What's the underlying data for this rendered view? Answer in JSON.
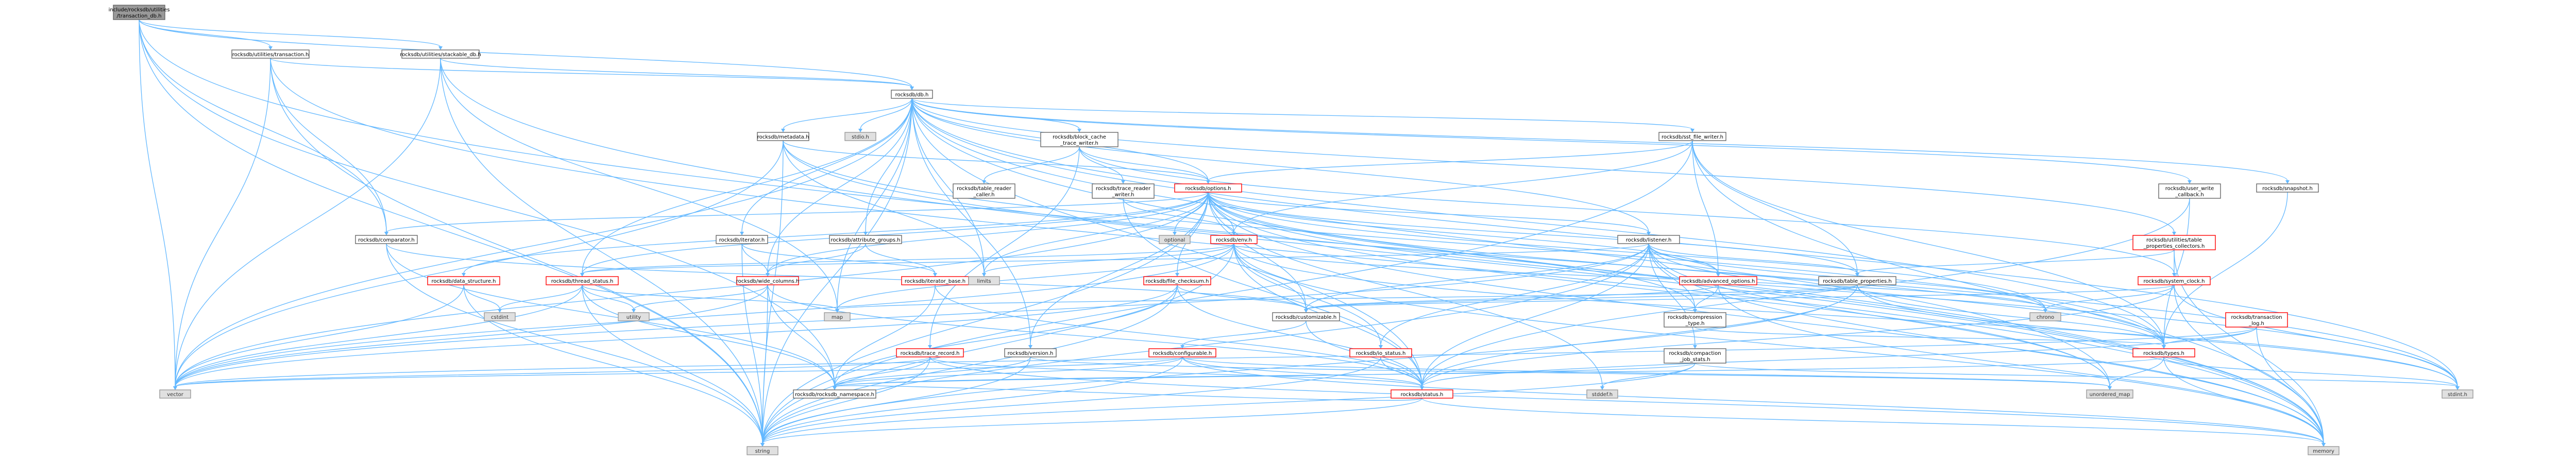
{
  "colors": {
    "root_fill": "#999999",
    "local_fill": "#ffffff",
    "local_border": "#666666",
    "local_text": "#000000",
    "red_border": "#ff0000",
    "red_text": "#ff0000",
    "sys_fill": "#e0e0e0",
    "sys_border": "#999999",
    "sys_text": "#333333",
    "edge": "#63b8ff"
  },
  "nodes": [
    {
      "id": "root",
      "kind": "root",
      "lines": [
        "include/rocksdb/utilities",
        "/transaction_db.h"
      ]
    },
    {
      "id": "transaction",
      "kind": "local",
      "lines": [
        "rocksdb/utilities/transaction.h"
      ]
    },
    {
      "id": "stackable_db",
      "kind": "local",
      "lines": [
        "rocksdb/utilities/stackable_db.h"
      ]
    },
    {
      "id": "db",
      "kind": "local",
      "lines": [
        "rocksdb/db.h"
      ]
    },
    {
      "id": "stdio",
      "kind": "sys",
      "lines": [
        "stdio.h"
      ]
    },
    {
      "id": "metadata",
      "kind": "local",
      "lines": [
        "rocksdb/metadata.h"
      ]
    },
    {
      "id": "block_cache_trace_writer",
      "kind": "local",
      "lines": [
        "rocksdb/block_cache",
        "_trace_writer.h"
      ]
    },
    {
      "id": "sst_file_writer",
      "kind": "local",
      "lines": [
        "rocksdb/sst_file_writer.h"
      ]
    },
    {
      "id": "table_reader_caller",
      "kind": "local",
      "lines": [
        "rocksdb/table_reader",
        "_caller.h"
      ]
    },
    {
      "id": "trace_reader_writer",
      "kind": "local",
      "lines": [
        "rocksdb/trace_reader",
        "_writer.h"
      ]
    },
    {
      "id": "options",
      "kind": "red",
      "lines": [
        "rocksdb/options.h"
      ]
    },
    {
      "id": "user_write_callback",
      "kind": "local",
      "lines": [
        "rocksdb/user_write",
        "_callback.h"
      ]
    },
    {
      "id": "snapshot",
      "kind": "local",
      "lines": [
        "rocksdb/snapshot.h"
      ]
    },
    {
      "id": "comparator",
      "kind": "local",
      "lines": [
        "rocksdb/comparator.h"
      ]
    },
    {
      "id": "iterator",
      "kind": "local",
      "lines": [
        "rocksdb/iterator.h"
      ]
    },
    {
      "id": "attribute_groups",
      "kind": "local",
      "lines": [
        "rocksdb/attribute_groups.h"
      ]
    },
    {
      "id": "optional",
      "kind": "sys",
      "lines": [
        "optional"
      ]
    },
    {
      "id": "env",
      "kind": "red",
      "lines": [
        "rocksdb/env.h"
      ]
    },
    {
      "id": "listener",
      "kind": "local",
      "lines": [
        "rocksdb/listener.h"
      ]
    },
    {
      "id": "table_properties_collectors",
      "kind": "red",
      "lines": [
        "rocksdb/utilities/table",
        "_properties_collectors.h"
      ]
    },
    {
      "id": "data_structure",
      "kind": "red",
      "lines": [
        "rocksdb/data_structure.h"
      ]
    },
    {
      "id": "thread_status",
      "kind": "red",
      "lines": [
        "rocksdb/thread_status.h"
      ]
    },
    {
      "id": "wide_columns",
      "kind": "red",
      "lines": [
        "rocksdb/wide_columns.h"
      ]
    },
    {
      "id": "iterator_base",
      "kind": "red",
      "lines": [
        "rocksdb/iterator_base.h"
      ]
    },
    {
      "id": "limits",
      "kind": "sys",
      "lines": [
        "limits"
      ]
    },
    {
      "id": "file_checksum",
      "kind": "red",
      "lines": [
        "rocksdb/file_checksum.h"
      ]
    },
    {
      "id": "advanced_options",
      "kind": "red",
      "lines": [
        "rocksdb/advanced_options.h"
      ]
    },
    {
      "id": "table_properties",
      "kind": "local",
      "lines": [
        "rocksdb/table_properties.h"
      ]
    },
    {
      "id": "system_clock",
      "kind": "red",
      "lines": [
        "rocksdb/system_clock.h"
      ]
    },
    {
      "id": "cstdint",
      "kind": "sys",
      "lines": [
        "cstdint"
      ]
    },
    {
      "id": "utility",
      "kind": "sys",
      "lines": [
        "utility"
      ]
    },
    {
      "id": "map",
      "kind": "sys",
      "lines": [
        "map"
      ]
    },
    {
      "id": "customizable",
      "kind": "local",
      "lines": [
        "rocksdb/customizable.h"
      ]
    },
    {
      "id": "compression_type",
      "kind": "local",
      "lines": [
        "rocksdb/compression",
        "_type.h"
      ]
    },
    {
      "id": "chrono",
      "kind": "sys",
      "lines": [
        "chrono"
      ]
    },
    {
      "id": "transaction_log",
      "kind": "red",
      "lines": [
        "rocksdb/transaction",
        "_log.h"
      ]
    },
    {
      "id": "trace_record",
      "kind": "red",
      "lines": [
        "rocksdb/trace_record.h"
      ]
    },
    {
      "id": "version",
      "kind": "local",
      "lines": [
        "rocksdb/version.h"
      ]
    },
    {
      "id": "configurable",
      "kind": "red",
      "lines": [
        "rocksdb/configurable.h"
      ]
    },
    {
      "id": "io_status",
      "kind": "red",
      "lines": [
        "rocksdb/io_status.h"
      ]
    },
    {
      "id": "compaction_job_stats",
      "kind": "local",
      "lines": [
        "rocksdb/compaction",
        "_job_stats.h"
      ]
    },
    {
      "id": "types",
      "kind": "red",
      "lines": [
        "rocksdb/types.h"
      ]
    },
    {
      "id": "vector",
      "kind": "sys",
      "lines": [
        "vector"
      ]
    },
    {
      "id": "rocksdb_namespace",
      "kind": "local",
      "lines": [
        "rocksdb/rocksdb_namespace.h"
      ]
    },
    {
      "id": "status",
      "kind": "red",
      "lines": [
        "rocksdb/status.h"
      ]
    },
    {
      "id": "stddef",
      "kind": "sys",
      "lines": [
        "stddef.h"
      ]
    },
    {
      "id": "unordered_map",
      "kind": "sys",
      "lines": [
        "unordered_map"
      ]
    },
    {
      "id": "stdint",
      "kind": "sys",
      "lines": [
        "stdint.h"
      ]
    },
    {
      "id": "string",
      "kind": "sys",
      "lines": [
        "string"
      ]
    },
    {
      "id": "memory",
      "kind": "sys",
      "lines": [
        "memory"
      ]
    }
  ],
  "edges": [
    [
      "root",
      "transaction"
    ],
    [
      "root",
      "stackable_db"
    ],
    [
      "root",
      "db"
    ],
    [
      "root",
      "comparator"
    ],
    [
      "root",
      "vector"
    ],
    [
      "root",
      "string"
    ],
    [
      "root",
      "memory"
    ],
    [
      "root",
      "rocksdb_namespace"
    ],
    [
      "transaction",
      "db"
    ],
    [
      "transaction",
      "comparator"
    ],
    [
      "transaction",
      "vector"
    ],
    [
      "transaction",
      "string"
    ],
    [
      "transaction",
      "memory"
    ],
    [
      "stackable_db",
      "db"
    ],
    [
      "stackable_db",
      "string"
    ],
    [
      "stackable_db",
      "map"
    ],
    [
      "stackable_db",
      "memory"
    ],
    [
      "stackable_db",
      "vector"
    ],
    [
      "db",
      "stdio"
    ],
    [
      "db",
      "metadata"
    ],
    [
      "db",
      "block_cache_trace_writer"
    ],
    [
      "db",
      "sst_file_writer"
    ],
    [
      "db",
      "options"
    ],
    [
      "db",
      "user_write_callback"
    ],
    [
      "db",
      "snapshot"
    ],
    [
      "db",
      "iterator"
    ],
    [
      "db",
      "attribute_groups"
    ],
    [
      "db",
      "listener"
    ],
    [
      "db",
      "table_properties_collectors"
    ],
    [
      "db",
      "thread_status"
    ],
    [
      "db",
      "wide_columns"
    ],
    [
      "db",
      "version"
    ],
    [
      "db",
      "types"
    ],
    [
      "db",
      "status"
    ],
    [
      "db",
      "map"
    ],
    [
      "db",
      "vector"
    ],
    [
      "db",
      "string"
    ],
    [
      "db",
      "memory"
    ],
    [
      "db",
      "unordered_map"
    ],
    [
      "db",
      "stdint"
    ],
    [
      "db",
      "limits"
    ],
    [
      "metadata",
      "options"
    ],
    [
      "metadata",
      "types"
    ],
    [
      "metadata",
      "limits"
    ],
    [
      "metadata",
      "string"
    ],
    [
      "metadata",
      "vector"
    ],
    [
      "metadata",
      "stdint"
    ],
    [
      "block_cache_trace_writer",
      "table_reader_caller"
    ],
    [
      "block_cache_trace_writer",
      "trace_reader_writer"
    ],
    [
      "block_cache_trace_writer",
      "options"
    ],
    [
      "block_cache_trace_writer",
      "system_clock"
    ],
    [
      "block_cache_trace_writer",
      "trace_record"
    ],
    [
      "sst_file_writer",
      "env"
    ],
    [
      "sst_file_writer",
      "options"
    ],
    [
      "sst_file_writer",
      "table_properties"
    ],
    [
      "sst_file_writer",
      "types"
    ],
    [
      "sst_file_writer",
      "advanced_options"
    ],
    [
      "sst_file_writer",
      "memory"
    ],
    [
      "sst_file_writer",
      "string"
    ],
    [
      "trace_reader_writer",
      "env"
    ],
    [
      "trace_reader_writer",
      "status"
    ],
    [
      "options",
      "optional"
    ],
    [
      "options",
      "env"
    ],
    [
      "options",
      "listener"
    ],
    [
      "options",
      "advanced_options"
    ],
    [
      "options",
      "comparator"
    ],
    [
      "options",
      "file_checksum"
    ],
    [
      "options",
      "data_structure"
    ],
    [
      "options",
      "customizable"
    ],
    [
      "options",
      "compression_type"
    ],
    [
      "options",
      "wide_columns"
    ],
    [
      "options",
      "version"
    ],
    [
      "options",
      "types"
    ],
    [
      "options",
      "thread_status"
    ],
    [
      "options",
      "table_properties"
    ],
    [
      "options",
      "limits"
    ],
    [
      "options",
      "stddef"
    ],
    [
      "options",
      "stdint"
    ],
    [
      "options",
      "unordered_map"
    ],
    [
      "options",
      "vector"
    ],
    [
      "options",
      "string"
    ],
    [
      "options",
      "memory"
    ],
    [
      "options",
      "chrono"
    ],
    [
      "user_write_callback",
      "types"
    ],
    [
      "user_write_callback",
      "status"
    ],
    [
      "snapshot",
      "types"
    ],
    [
      "comparator",
      "customizable"
    ],
    [
      "comparator",
      "rocksdb_namespace"
    ],
    [
      "comparator",
      "string"
    ],
    [
      "iterator",
      "wide_columns"
    ],
    [
      "iterator",
      "iterator_base"
    ],
    [
      "iterator",
      "string"
    ],
    [
      "attribute_groups",
      "wide_columns"
    ],
    [
      "attribute_groups",
      "iterator_base"
    ],
    [
      "env",
      "customizable"
    ],
    [
      "env",
      "functional"
    ],
    [
      "env",
      "io_status"
    ],
    [
      "env",
      "thread_status"
    ],
    [
      "env",
      "stdint"
    ],
    [
      "env",
      "map"
    ],
    [
      "env",
      "string"
    ],
    [
      "env",
      "vector"
    ],
    [
      "env",
      "memory"
    ],
    [
      "env",
      "limits"
    ],
    [
      "env",
      "chrono"
    ],
    [
      "env",
      "status"
    ],
    [
      "listener",
      "table_properties"
    ],
    [
      "listener",
      "compaction_job_stats"
    ],
    [
      "listener",
      "advanced_options"
    ],
    [
      "listener",
      "compression_type"
    ],
    [
      "listener",
      "customizable"
    ],
    [
      "listener",
      "io_status"
    ],
    [
      "listener",
      "types"
    ],
    [
      "listener",
      "thread_status"
    ],
    [
      "listener",
      "status"
    ],
    [
      "listener",
      "chrono"
    ],
    [
      "listener",
      "memory"
    ],
    [
      "listener",
      "string"
    ],
    [
      "listener",
      "unordered_map"
    ],
    [
      "listener",
      "vector"
    ],
    [
      "table_properties_collectors",
      "table_properties"
    ],
    [
      "table_properties_collectors",
      "system_clock"
    ],
    [
      "table_properties_collectors",
      "memory"
    ],
    [
      "data_structure",
      "cstdint"
    ],
    [
      "data_structure",
      "vector"
    ],
    [
      "data_structure",
      "string"
    ],
    [
      "thread_status",
      "cstdint"
    ],
    [
      "thread_status",
      "utility"
    ],
    [
      "thread_status",
      "map"
    ],
    [
      "thread_status",
      "vector"
    ],
    [
      "thread_status",
      "string"
    ],
    [
      "thread_status",
      "rocksdb_namespace"
    ],
    [
      "wide_columns",
      "utility"
    ],
    [
      "wide_columns",
      "vector"
    ],
    [
      "wide_columns",
      "string"
    ],
    [
      "wide_columns",
      "status"
    ],
    [
      "wide_columns",
      "rocksdb_namespace"
    ],
    [
      "iterator_base",
      "status"
    ],
    [
      "iterator_base",
      "rocksdb_namespace"
    ],
    [
      "file_checksum",
      "customizable"
    ],
    [
      "file_checksum",
      "status"
    ],
    [
      "file_checksum",
      "vector"
    ],
    [
      "file_checksum",
      "string"
    ],
    [
      "file_checksum",
      "rocksdb_namespace"
    ],
    [
      "advanced_options",
      "compression_type"
    ],
    [
      "advanced_options",
      "memory"
    ],
    [
      "advanced_options",
      "customizable"
    ],
    [
      "table_properties",
      "customizable"
    ],
    [
      "table_properties",
      "types"
    ],
    [
      "table_properties",
      "status"
    ],
    [
      "table_properties",
      "map"
    ],
    [
      "table_properties",
      "string"
    ],
    [
      "table_properties",
      "stdint"
    ],
    [
      "system_clock",
      "customizable"
    ],
    [
      "system_clock",
      "status"
    ],
    [
      "system_clock",
      "stdint"
    ],
    [
      "system_clock",
      "chrono"
    ],
    [
      "system_clock",
      "memory"
    ],
    [
      "customizable",
      "configurable"
    ],
    [
      "customizable",
      "status"
    ],
    [
      "compression_type",
      "types"
    ],
    [
      "transaction_log",
      "types"
    ],
    [
      "transaction_log",
      "status"
    ],
    [
      "transaction_log",
      "memory"
    ],
    [
      "transaction_log",
      "vector"
    ],
    [
      "trace_record",
      "status"
    ],
    [
      "trace_record",
      "rocksdb_namespace"
    ],
    [
      "trace_record",
      "vector"
    ],
    [
      "trace_record",
      "string"
    ],
    [
      "trace_record",
      "memory"
    ],
    [
      "version",
      "rocksdb_namespace"
    ],
    [
      "version",
      "string"
    ],
    [
      "version",
      "unordered_map"
    ],
    [
      "configurable",
      "status"
    ],
    [
      "configurable",
      "rocksdb_namespace"
    ],
    [
      "configurable",
      "string"
    ],
    [
      "configurable",
      "vector"
    ],
    [
      "configurable",
      "unordered_map"
    ],
    [
      "configurable",
      "memory"
    ],
    [
      "io_status",
      "status"
    ],
    [
      "io_status",
      "string"
    ],
    [
      "compaction_job_stats",
      "stddef"
    ],
    [
      "compaction_job_stats",
      "stdint"
    ],
    [
      "compaction_job_stats",
      "string"
    ],
    [
      "compaction_job_stats",
      "rocksdb_namespace"
    ],
    [
      "types",
      "stdint"
    ],
    [
      "types",
      "memory"
    ],
    [
      "types",
      "unordered_map"
    ],
    [
      "types",
      "rocksdb_namespace"
    ],
    [
      "status",
      "string"
    ],
    [
      "status",
      "memory"
    ],
    [
      "status",
      "rocksdb_namespace"
    ]
  ]
}
